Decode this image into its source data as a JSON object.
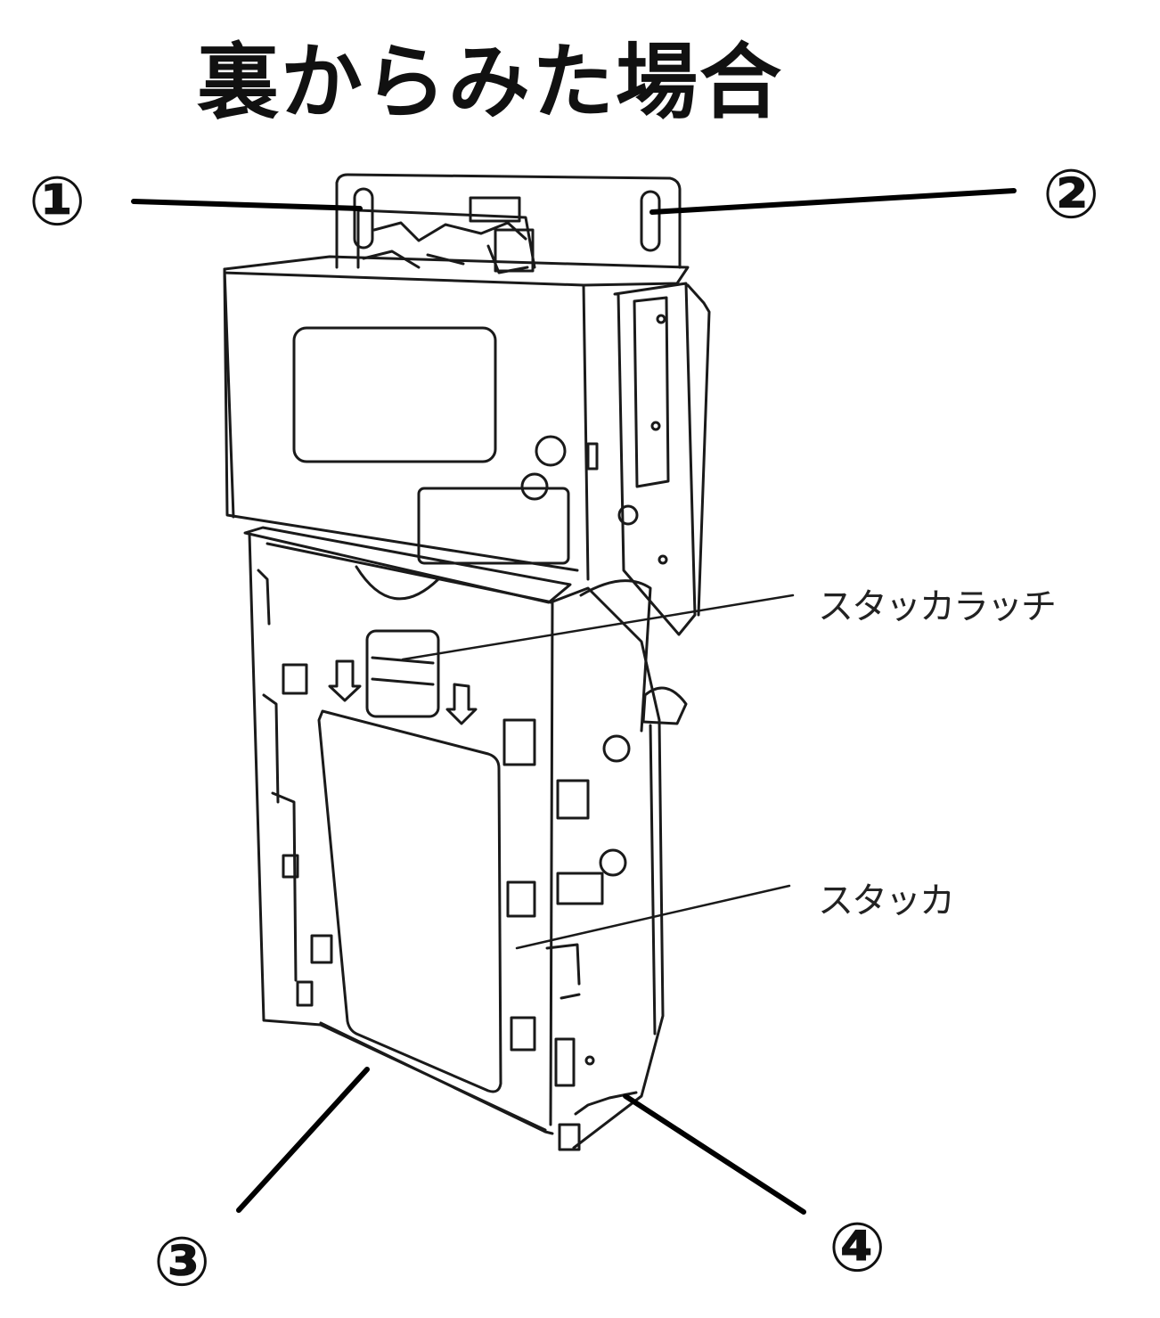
{
  "title": "裏からみた場合",
  "callouts": {
    "c1": "①",
    "c2": "②",
    "c3": "③",
    "c4": "④"
  },
  "labels": {
    "stacker_latch": "スタッカラッチ",
    "stacker": "スタッカ"
  },
  "colors": {
    "line": "#1a1a1a",
    "leader": "#000000",
    "paper": "#ffffff"
  }
}
